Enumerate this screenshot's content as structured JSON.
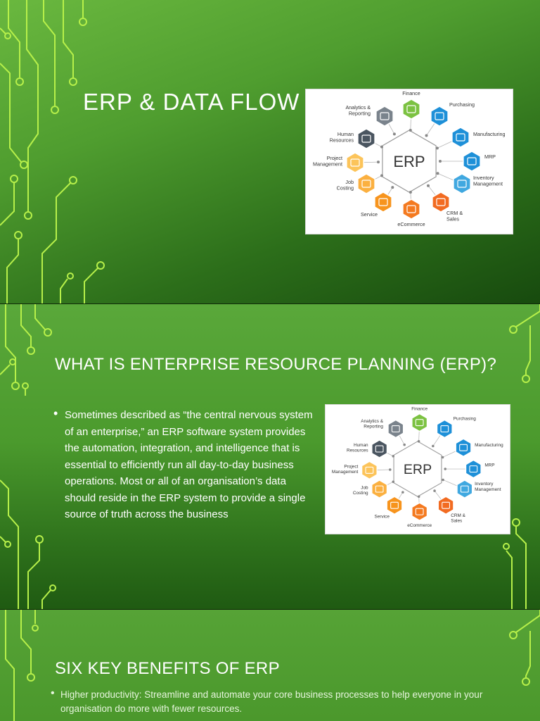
{
  "slide1": {
    "title": "ERP & DATA FLOW"
  },
  "slide2": {
    "title": "WHAT IS ENTERPRISE RESOURCE PLANNING (ERP)?",
    "bullet": "Sometimes described as “the central nervous system of an enterprise,” an ERP software system provides the automation, integration, and intelligence that is essential to efficiently run all day-to-day business operations. Most or all of an organisation’s data should reside in the ERP system to provide a single source of truth across the business"
  },
  "slide3": {
    "title": "SIX KEY BENEFITS OF ERP",
    "bullet": "Higher productivity: Streamline and automate your core business processes to help everyone in your organisation do more with fewer resources."
  },
  "erp_diagram": {
    "center": "ERP",
    "nodes": [
      {
        "label": [
          "Finance"
        ],
        "color": "#7cc242",
        "icon": "dollar-icon"
      },
      {
        "label": [
          "Purchasing"
        ],
        "color": "#1e90d8",
        "icon": "cart-icon"
      },
      {
        "label": [
          "Manufacturing"
        ],
        "color": "#1e90d8",
        "icon": "factory-icon"
      },
      {
        "label": [
          "MRP"
        ],
        "color": "#1e90d8",
        "icon": "calendar-icon"
      },
      {
        "label": [
          "Inventory",
          "Management"
        ],
        "color": "#40a8e0",
        "icon": "warehouse-icon"
      },
      {
        "label": [
          "CRM &",
          "Sales"
        ],
        "color": "#f26b21",
        "icon": "handshake-icon"
      },
      {
        "label": [
          "eCommerce"
        ],
        "color": "#f47a20",
        "icon": "monitor-icon"
      },
      {
        "label": [
          "Service"
        ],
        "color": "#f7941d",
        "icon": "gear-icon"
      },
      {
        "label": [
          "Job",
          "Costing"
        ],
        "color": "#fbb040",
        "icon": "document-icon"
      },
      {
        "label": [
          "Project",
          "Management"
        ],
        "color": "#fcc45a",
        "icon": "project-icon"
      },
      {
        "label": [
          "Human",
          "Resources"
        ],
        "color": "#4a5560",
        "icon": "people-icon"
      },
      {
        "label": [
          "Analytics &",
          "Reporting"
        ],
        "color": "#7a838c",
        "icon": "chart-icon"
      }
    ]
  }
}
